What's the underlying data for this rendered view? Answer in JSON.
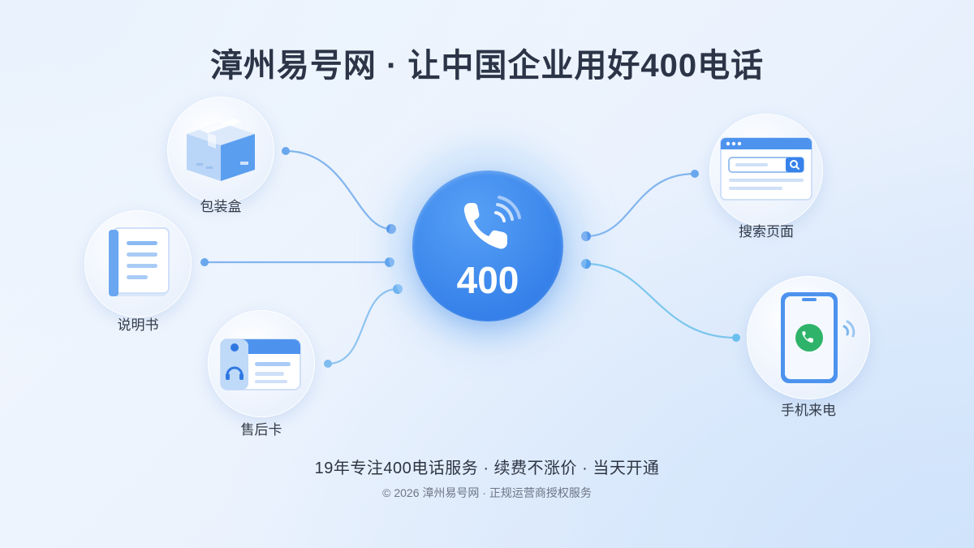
{
  "title": "漳州易号网 · 让中国企业用好400电话",
  "hub": {
    "number": "400",
    "icon": "phone-ringing-icon"
  },
  "nodes": {
    "box": {
      "label": "包装盒",
      "icon": "package-box-icon"
    },
    "manual": {
      "label": "说明书",
      "icon": "manual-document-icon"
    },
    "card": {
      "label": "售后卡",
      "icon": "after-sales-card-icon"
    },
    "search": {
      "label": "搜索页面",
      "icon": "search-page-icon"
    },
    "mobile": {
      "label": "手机来电",
      "icon": "mobile-call-icon"
    }
  },
  "tagline": "19年专注400电话服务 · 续费不涨价 · 当天开通",
  "footer": "© 2026 漳州易号网 · 正规运营商授权服务",
  "colors": {
    "accent": "#3682ea",
    "title": "#2b3547",
    "line": "#7fb3ee",
    "call_green": "#2fb36a"
  }
}
